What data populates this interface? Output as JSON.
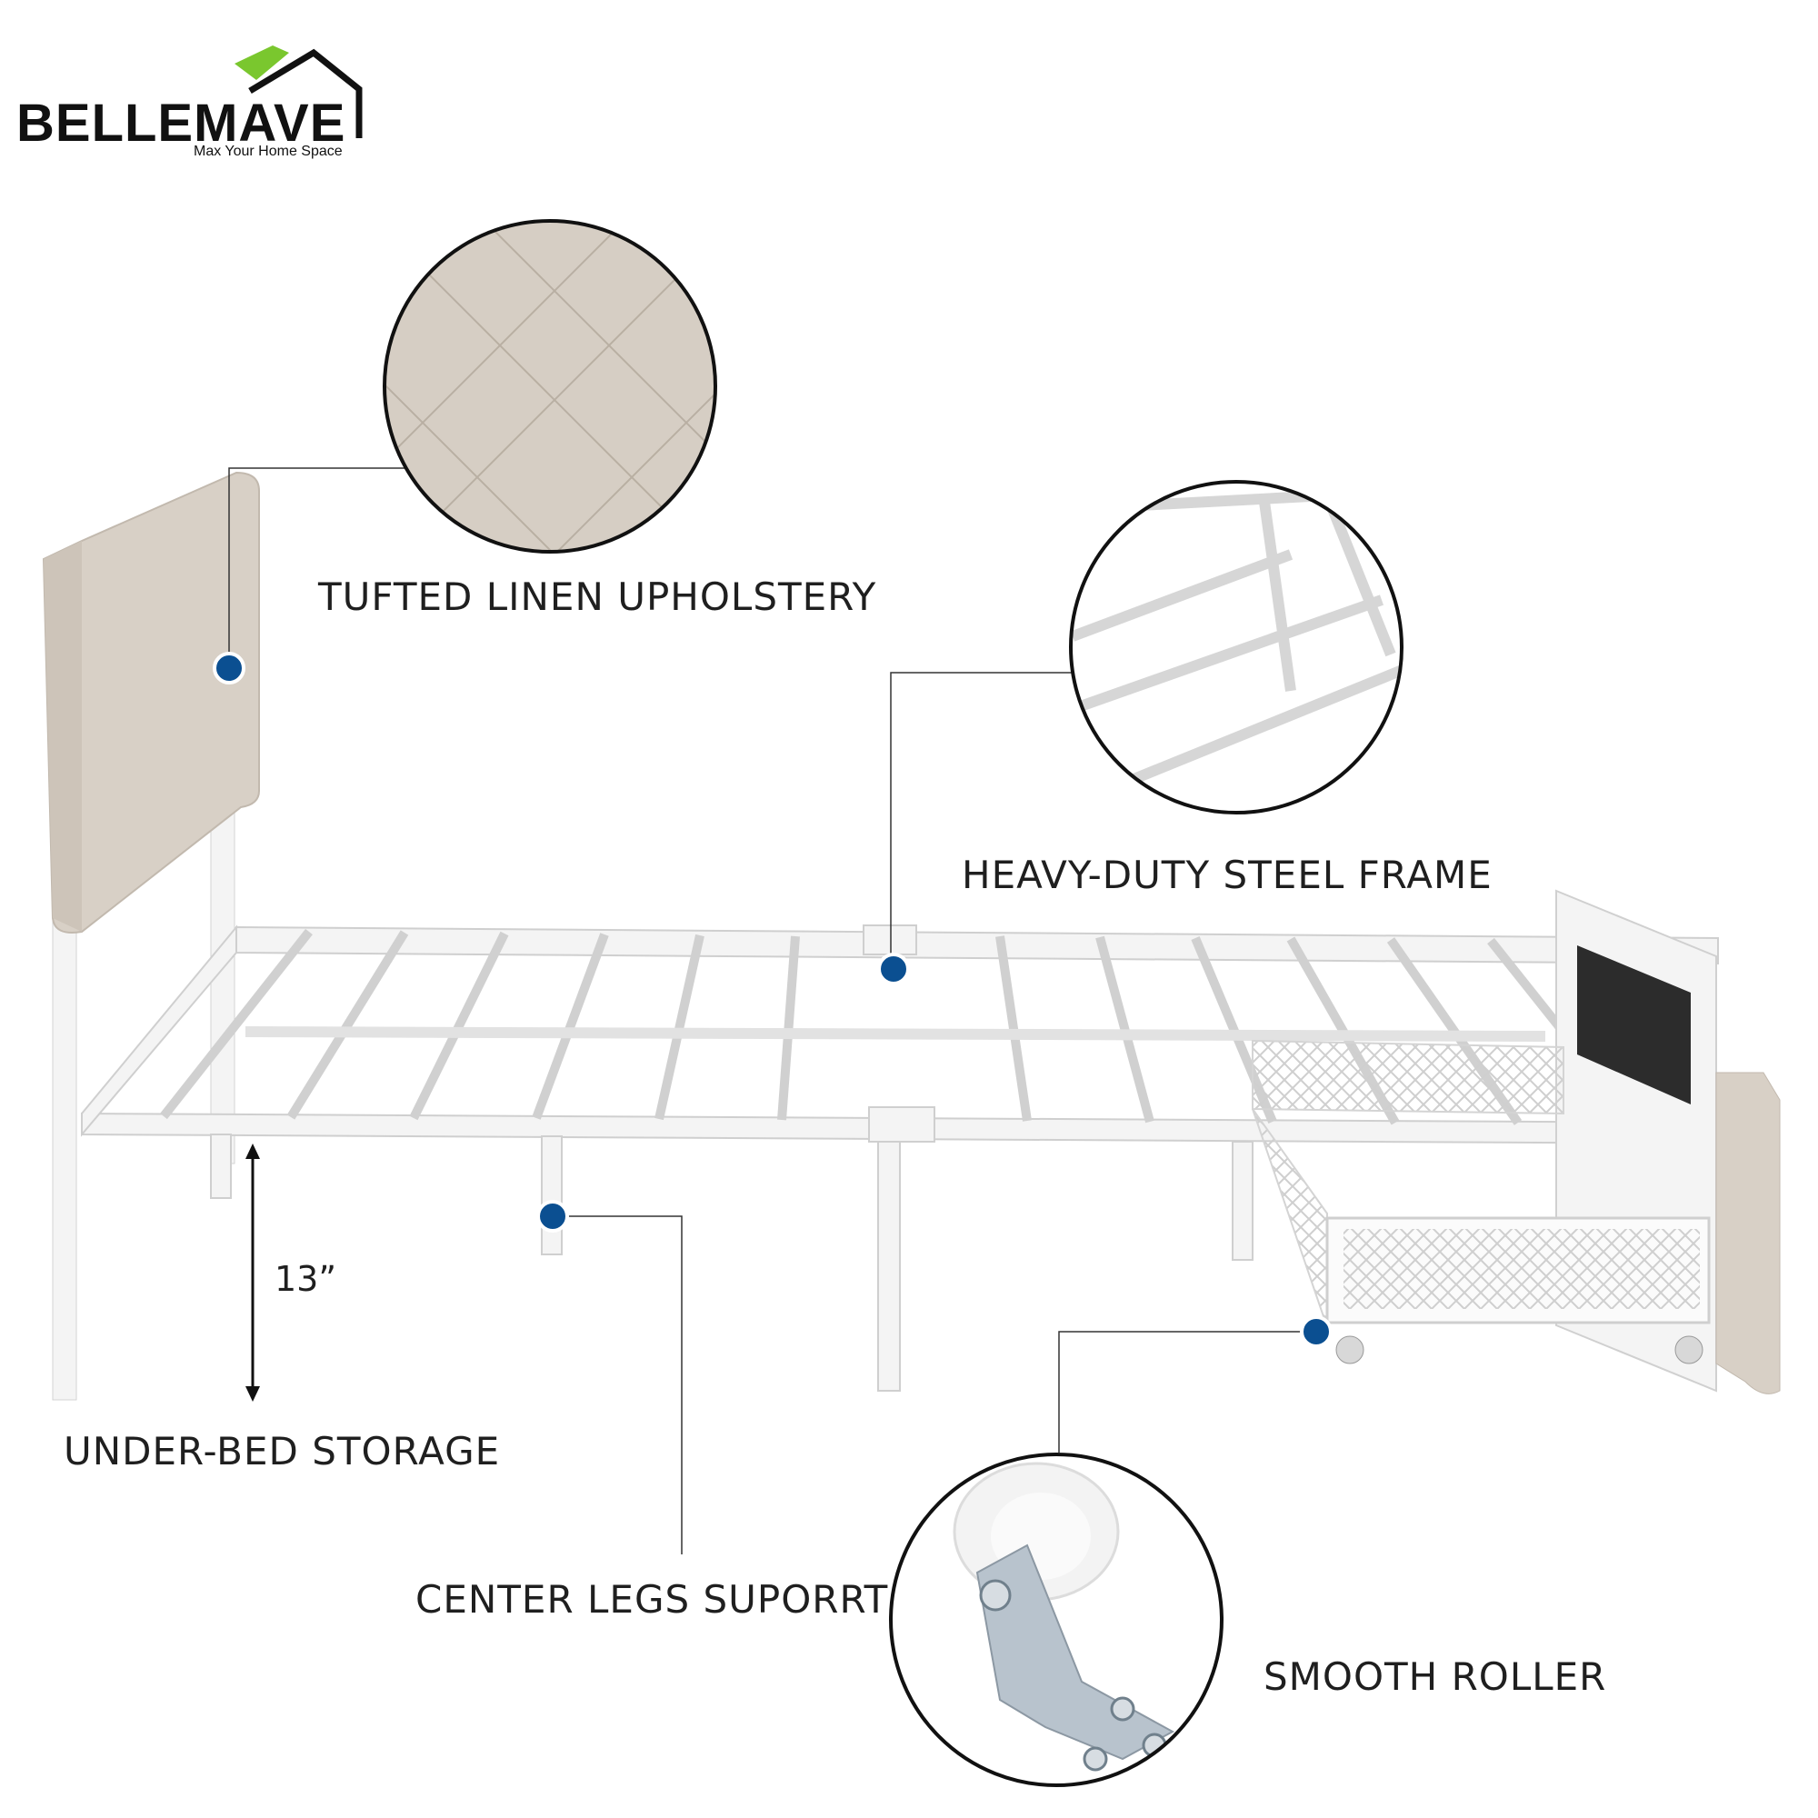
{
  "brand": {
    "name": "BELLEMAVE",
    "tagline": "Max Your Home Space",
    "accent_color": "#7ac72e"
  },
  "features": {
    "upholstery": "TUFTED LINEN UPHOLSTERY",
    "frame": "HEAVY-DUTY STEEL FRAME",
    "storage": "UNDER-BED STORAGE",
    "legs": "CENTER LEGS SUPORRT",
    "roller": "SMOOTH ROLLER"
  },
  "dimension": {
    "height": "13”"
  },
  "colors": {
    "marker": "#0b4f91",
    "fabric": "#d8d0c6",
    "steel": "#f2f2f2",
    "outline": "#111111"
  }
}
